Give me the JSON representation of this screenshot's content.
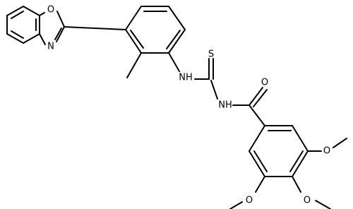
{
  "molecule": {
    "atoms": {
      "O1": "O",
      "N1": "N",
      "S1": "S",
      "NH1": "NH",
      "NH2": "NH",
      "O2": "O",
      "O3": "O",
      "O4": "O",
      "O5": "O"
    },
    "colors": {
      "bond": "#000000",
      "label": "#000000",
      "background": "#ffffff"
    }
  }
}
